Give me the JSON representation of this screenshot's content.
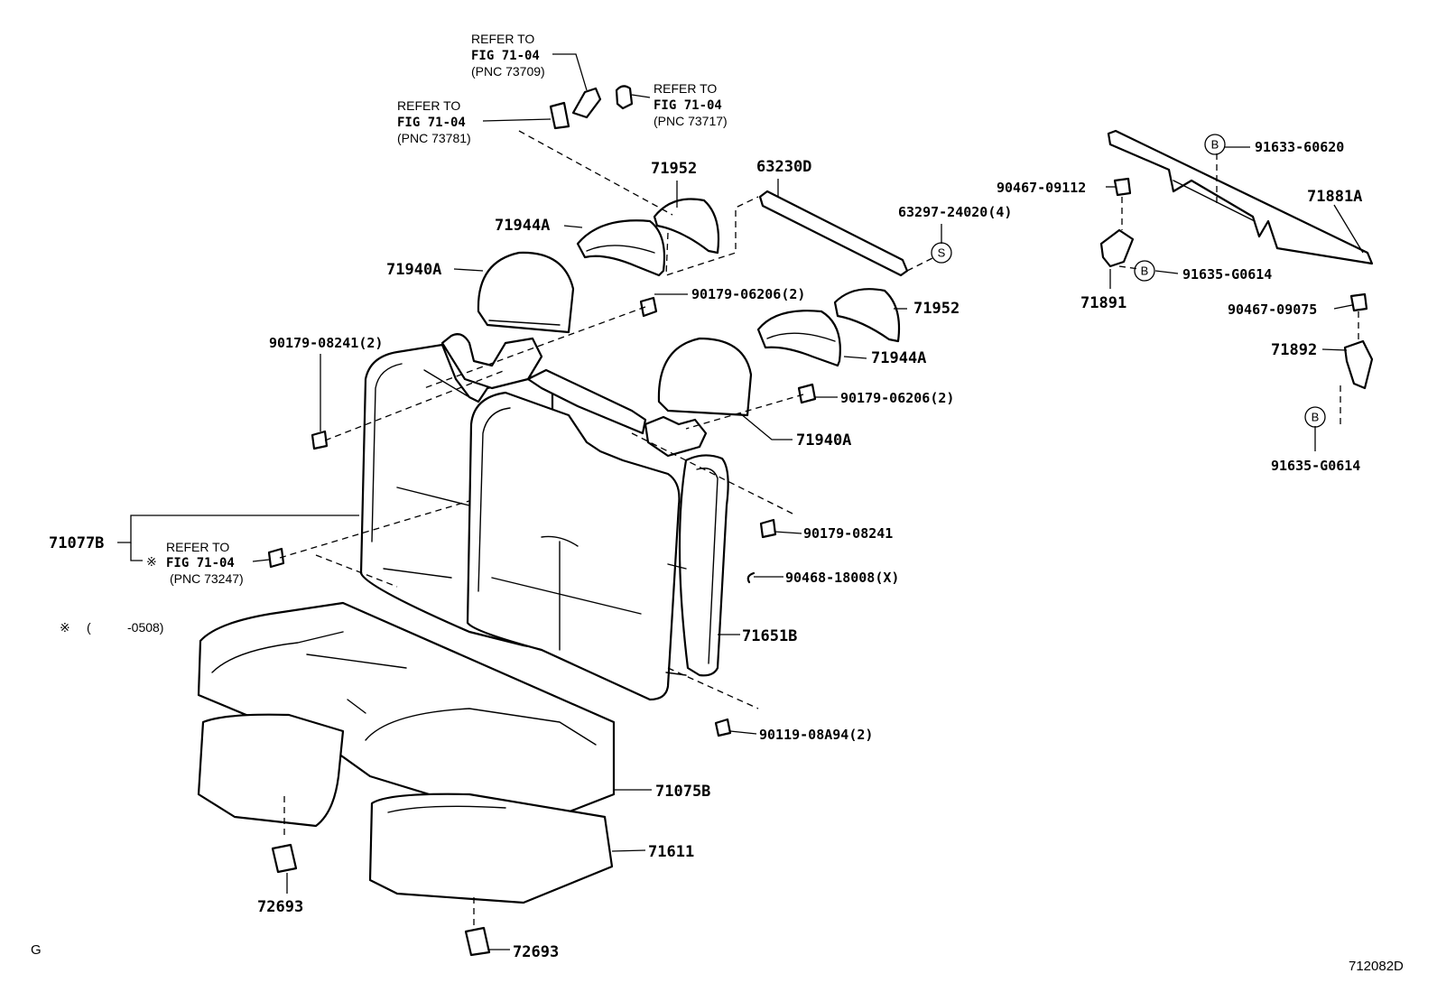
{
  "refs": {
    "r73709": {
      "l1": "REFER TO",
      "l2": "FIG 71-04",
      "l3": "(PNC 73709)"
    },
    "r73717": {
      "l1": "REFER TO",
      "l2": "FIG 71-04",
      "l3": "(PNC 73717)"
    },
    "r73781": {
      "l1": "REFER TO",
      "l2": "FIG 71-04",
      "l3": "(PNC 73781)"
    },
    "r73247": {
      "l1": "REFER TO",
      "l2": "FIG 71-04",
      "l3": "(PNC 73247)"
    }
  },
  "parts": {
    "p71952a": "71952",
    "p63230D": "63230D",
    "p71944Aa": "71944A",
    "p71940Aa": "71940A",
    "p63297": "63297-24020(4)",
    "p90179_06206a": "90179-06206(2)",
    "p71952b": "71952",
    "p71944Ab": "71944A",
    "p90179_08241x2": "90179-08241(2)",
    "p90179_06206b": "90179-06206(2)",
    "p71940Ab": "71940A",
    "p71077B": "71077B",
    "p90179_08241": "90179-08241",
    "p90468": "90468-18008(X)",
    "p71651B": "71651B",
    "p90119": "90119-08A94(2)",
    "p71075B": "71075B",
    "p71611": "71611",
    "p72693a": "72693",
    "p72693b": "72693",
    "p91633": "91633-60620",
    "p90467_09112": "90467-09112",
    "p71881A": "71881A",
    "p91635a": "91635-G0614",
    "p71891": "71891",
    "p90467_09075": "90467-09075",
    "p71892": "71892",
    "p91635b": "91635-G0614"
  },
  "symbols": {
    "b": "B",
    "s": "S",
    "ref_mark": "※",
    "note_mark": "※",
    "note_paren": "(",
    "note_value": "-0508)"
  },
  "corner": {
    "left": "G",
    "right": "712082D"
  }
}
